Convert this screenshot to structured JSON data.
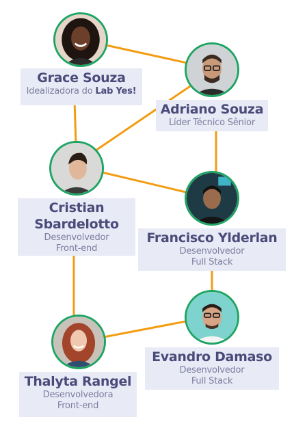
{
  "colors": {
    "connector": "#f39c12",
    "avatar_ring": "#1fa463",
    "label_bg": "#e8eaf6",
    "name_text": "#4b4b7a",
    "role_text": "#7d7d9e"
  },
  "people": [
    {
      "id": "grace",
      "name": "Grace Souza",
      "role_prefix": "Idealizadora do ",
      "role_bold": "Lab Yes!"
    },
    {
      "id": "adriano",
      "name": "Adriano Souza",
      "role_line1": "Líder Técnico Sênior"
    },
    {
      "id": "cristian",
      "name": "Cristian Sbardelotto",
      "role_line1": "Desenvolvedor",
      "role_line2": "Front-end"
    },
    {
      "id": "francisco",
      "name": "Francisco Ylderlan",
      "role_line1": "Desenvolvedor",
      "role_line2": "Full Stack"
    },
    {
      "id": "evandro",
      "name": "Evandro Damaso",
      "role_line1": "Desenvolvedor",
      "role_line2": "Full Stack"
    },
    {
      "id": "thalyta",
      "name": "Thalyta Rangel",
      "role_line1": "Desenvolvedora",
      "role_line2": "Front-end"
    }
  ],
  "connections": [
    [
      "grace",
      "adriano"
    ],
    [
      "grace",
      "cristian"
    ],
    [
      "adriano",
      "cristian"
    ],
    [
      "adriano",
      "francisco"
    ],
    [
      "cristian",
      "francisco"
    ],
    [
      "cristian",
      "thalyta"
    ],
    [
      "francisco",
      "evandro"
    ],
    [
      "evandro",
      "thalyta"
    ]
  ]
}
